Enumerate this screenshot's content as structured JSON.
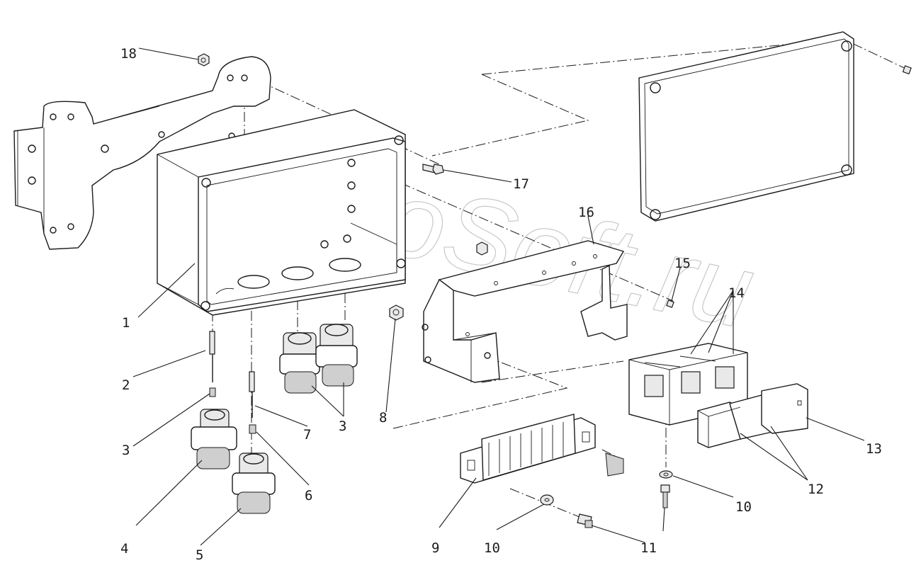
{
  "watermark": "AutoSoft.ru",
  "callouts": {
    "c1": "1",
    "c2": "2",
    "c3a": "3",
    "c3b": "3",
    "c4": "4",
    "c5": "5",
    "c6": "6",
    "c7": "7",
    "c8": "8",
    "c9": "9",
    "c10a": "10",
    "c10b": "10",
    "c11": "11",
    "c12": "12",
    "c13": "13",
    "c14": "14",
    "c15": "15",
    "c16": "16",
    "c17": "17",
    "c18": "18"
  },
  "colors": {
    "line": "#1a1a1a",
    "paper": "#ffffff",
    "watermark": "#9a9a9a"
  }
}
